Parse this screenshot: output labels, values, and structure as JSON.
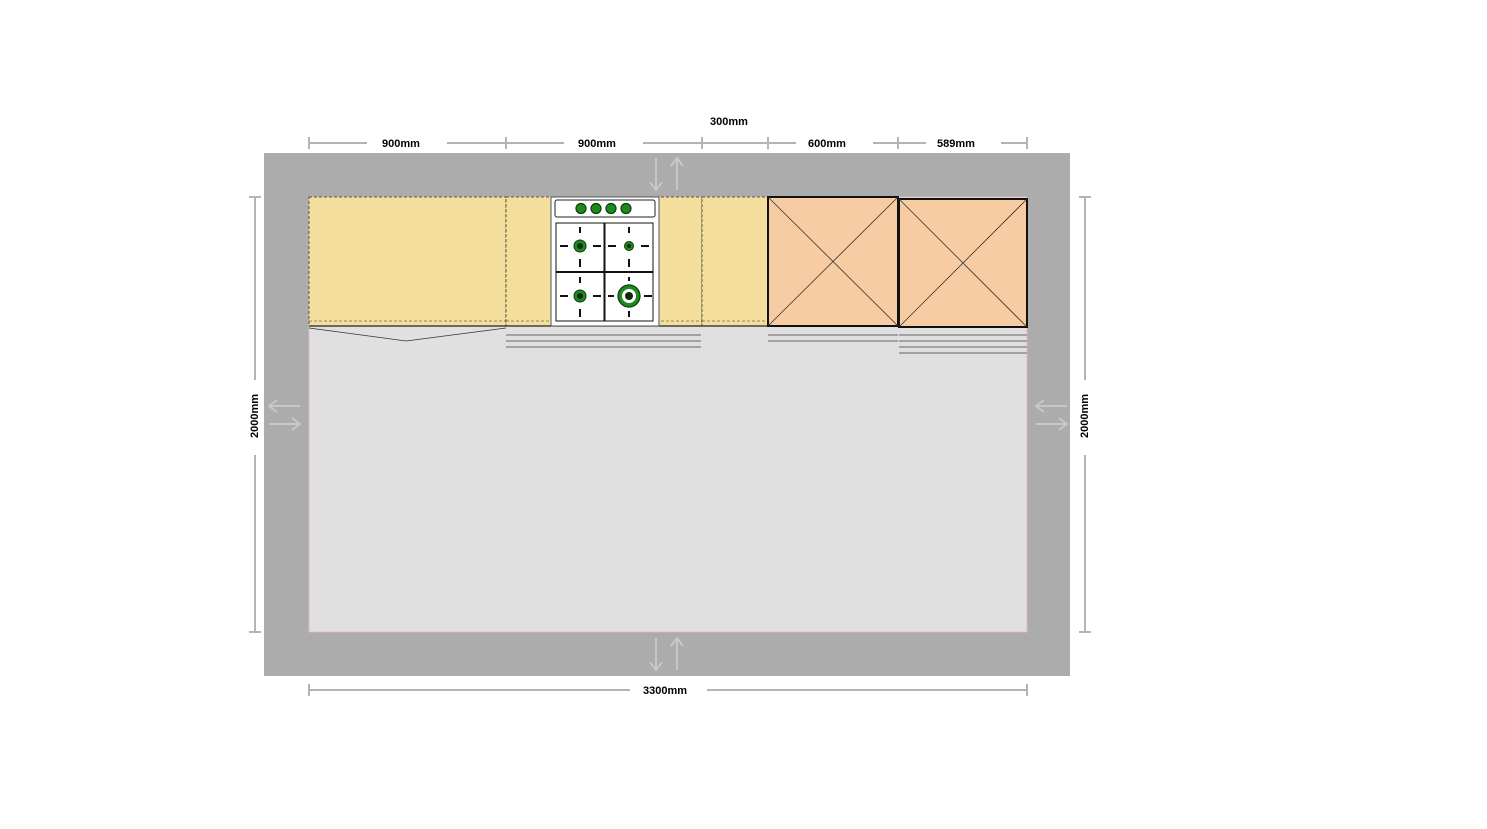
{
  "dimensions": {
    "top": [
      "900mm",
      "900mm",
      "300mm",
      "600mm",
      "589mm"
    ],
    "bottom": "3300mm",
    "left": "2000mm",
    "right": "2000mm"
  },
  "colors": {
    "wall": "#acacac",
    "floor": "#e0e0e0",
    "base_unit": "#f3df9b",
    "tall_unit": "#f7cca3",
    "hob_burner": "#1e8a1e",
    "dimension_line": "#b4b4b4"
  },
  "units": [
    {
      "type": "base-cabinet-with-door",
      "width": "900mm"
    },
    {
      "type": "base-cabinet-with-hob",
      "width": "900mm"
    },
    {
      "type": "base-cabinet",
      "width": "300mm"
    },
    {
      "type": "tall-cabinet",
      "width": "600mm"
    },
    {
      "type": "tall-cabinet",
      "width": "589mm"
    }
  ],
  "icons": [
    "move-arrows-icon",
    "burner-icon",
    "control-knob-icon"
  ]
}
